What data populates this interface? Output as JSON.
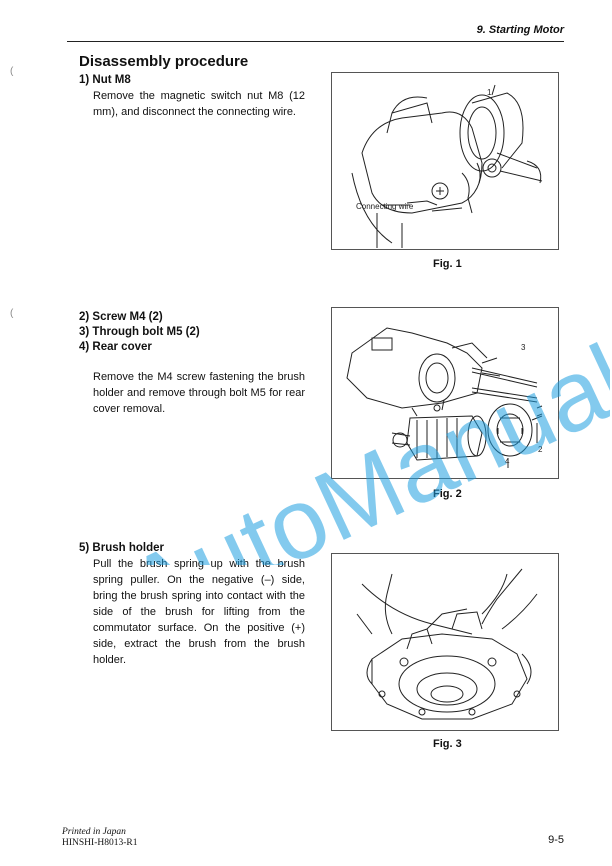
{
  "header": {
    "section": "9. Starting Motor"
  },
  "title": "Disassembly procedure",
  "steps": {
    "s1": {
      "heading": "1) Nut M8",
      "text": "Remove the magnetic switch nut M8 (12 mm), and disconnect the connecting wire."
    },
    "s2": {
      "h1": "2) Screw M4 (2)",
      "h2": "3) Through bolt M5 (2)",
      "h3": "4) Rear cover",
      "text": "Remove the M4 screw fastening the brush holder and remove through bolt M5 for rear cover removal."
    },
    "s5": {
      "heading": "5) Brush holder",
      "text": "Pull the brush spring up with the brush spring puller. On the negative (–) side, bring the brush spring into contact with the side of the brush for lifting from the commutator surface. On the positive (+) side, extract the brush from the brush holder."
    }
  },
  "figures": {
    "fig1": {
      "caption": "Fig. 1",
      "label_connecting": "Connecting wire",
      "callout_1": "1"
    },
    "fig2": {
      "caption": "Fig. 2",
      "callout_2": "2",
      "callout_3": "3",
      "callout_4": "4"
    },
    "fig3": {
      "caption": "Fig. 3"
    }
  },
  "watermark": "AutoManual",
  "footer": {
    "printed": "Printed in Japan",
    "code": "HINSHI-H8013-R1",
    "page": "9-5"
  }
}
